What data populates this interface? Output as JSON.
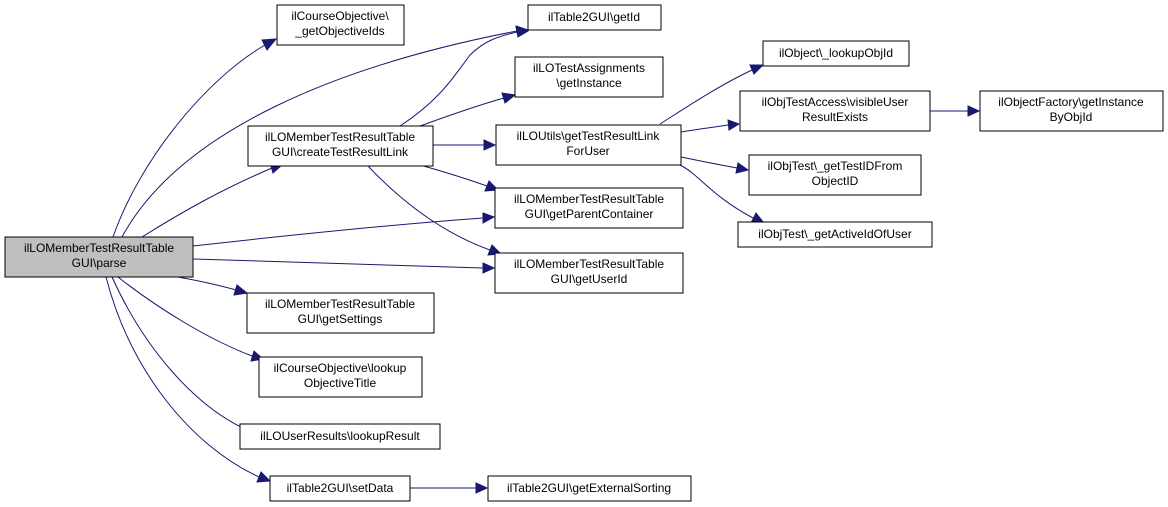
{
  "colors": {
    "edge": "#191970",
    "root_fill": "#bfbfbf",
    "node_fill": "#ffffff",
    "border": "#000000"
  },
  "nodes": {
    "parse": {
      "lines": [
        "ilLOMemberTestResultTable",
        "GUI\\parse"
      ],
      "root": true
    },
    "getObjectiveIds": {
      "lines": [
        "ilCourseObjective\\",
        "_getObjectiveIds"
      ]
    },
    "table2GetId": {
      "lines": [
        "ilTable2GUI\\getId"
      ]
    },
    "assignGetInst": {
      "lines": [
        "ilLOTestAssignments",
        "\\getInstance"
      ]
    },
    "createLink": {
      "lines": [
        "ilLOMemberTestResultTable",
        "GUI\\createTestResultLink"
      ]
    },
    "getLinkForUser": {
      "lines": [
        "ilLOUtils\\getTestResultLink",
        "ForUser"
      ]
    },
    "getParent": {
      "lines": [
        "ilLOMemberTestResultTable",
        "GUI\\getParentContainer"
      ]
    },
    "getUserId": {
      "lines": [
        "ilLOMemberTestResultTable",
        "GUI\\getUserId"
      ]
    },
    "getSettings": {
      "lines": [
        "ilLOMemberTestResultTable",
        "GUI\\getSettings"
      ]
    },
    "lookupObjTitle": {
      "lines": [
        "ilCourseObjective\\lookup",
        "ObjectiveTitle"
      ]
    },
    "lookupResult": {
      "lines": [
        "ilLOUserResults\\lookupResult"
      ]
    },
    "setData": {
      "lines": [
        "ilTable2GUI\\setData"
      ]
    },
    "getExtSort": {
      "lines": [
        "ilTable2GUI\\getExternalSorting"
      ]
    },
    "lookupObjId": {
      "lines": [
        "ilObject\\_lookupObjId"
      ]
    },
    "visibleUser": {
      "lines": [
        "ilObjTestAccess\\visibleUser",
        "ResultExists"
      ]
    },
    "factoryInst": {
      "lines": [
        "ilObjectFactory\\getInstance",
        "ByObjId"
      ]
    },
    "getTestId": {
      "lines": [
        "ilObjTest\\_getTestIDFrom",
        "ObjectID"
      ]
    },
    "getActiveId": {
      "lines": [
        "ilObjTest\\_getActiveIdOfUser"
      ]
    }
  }
}
